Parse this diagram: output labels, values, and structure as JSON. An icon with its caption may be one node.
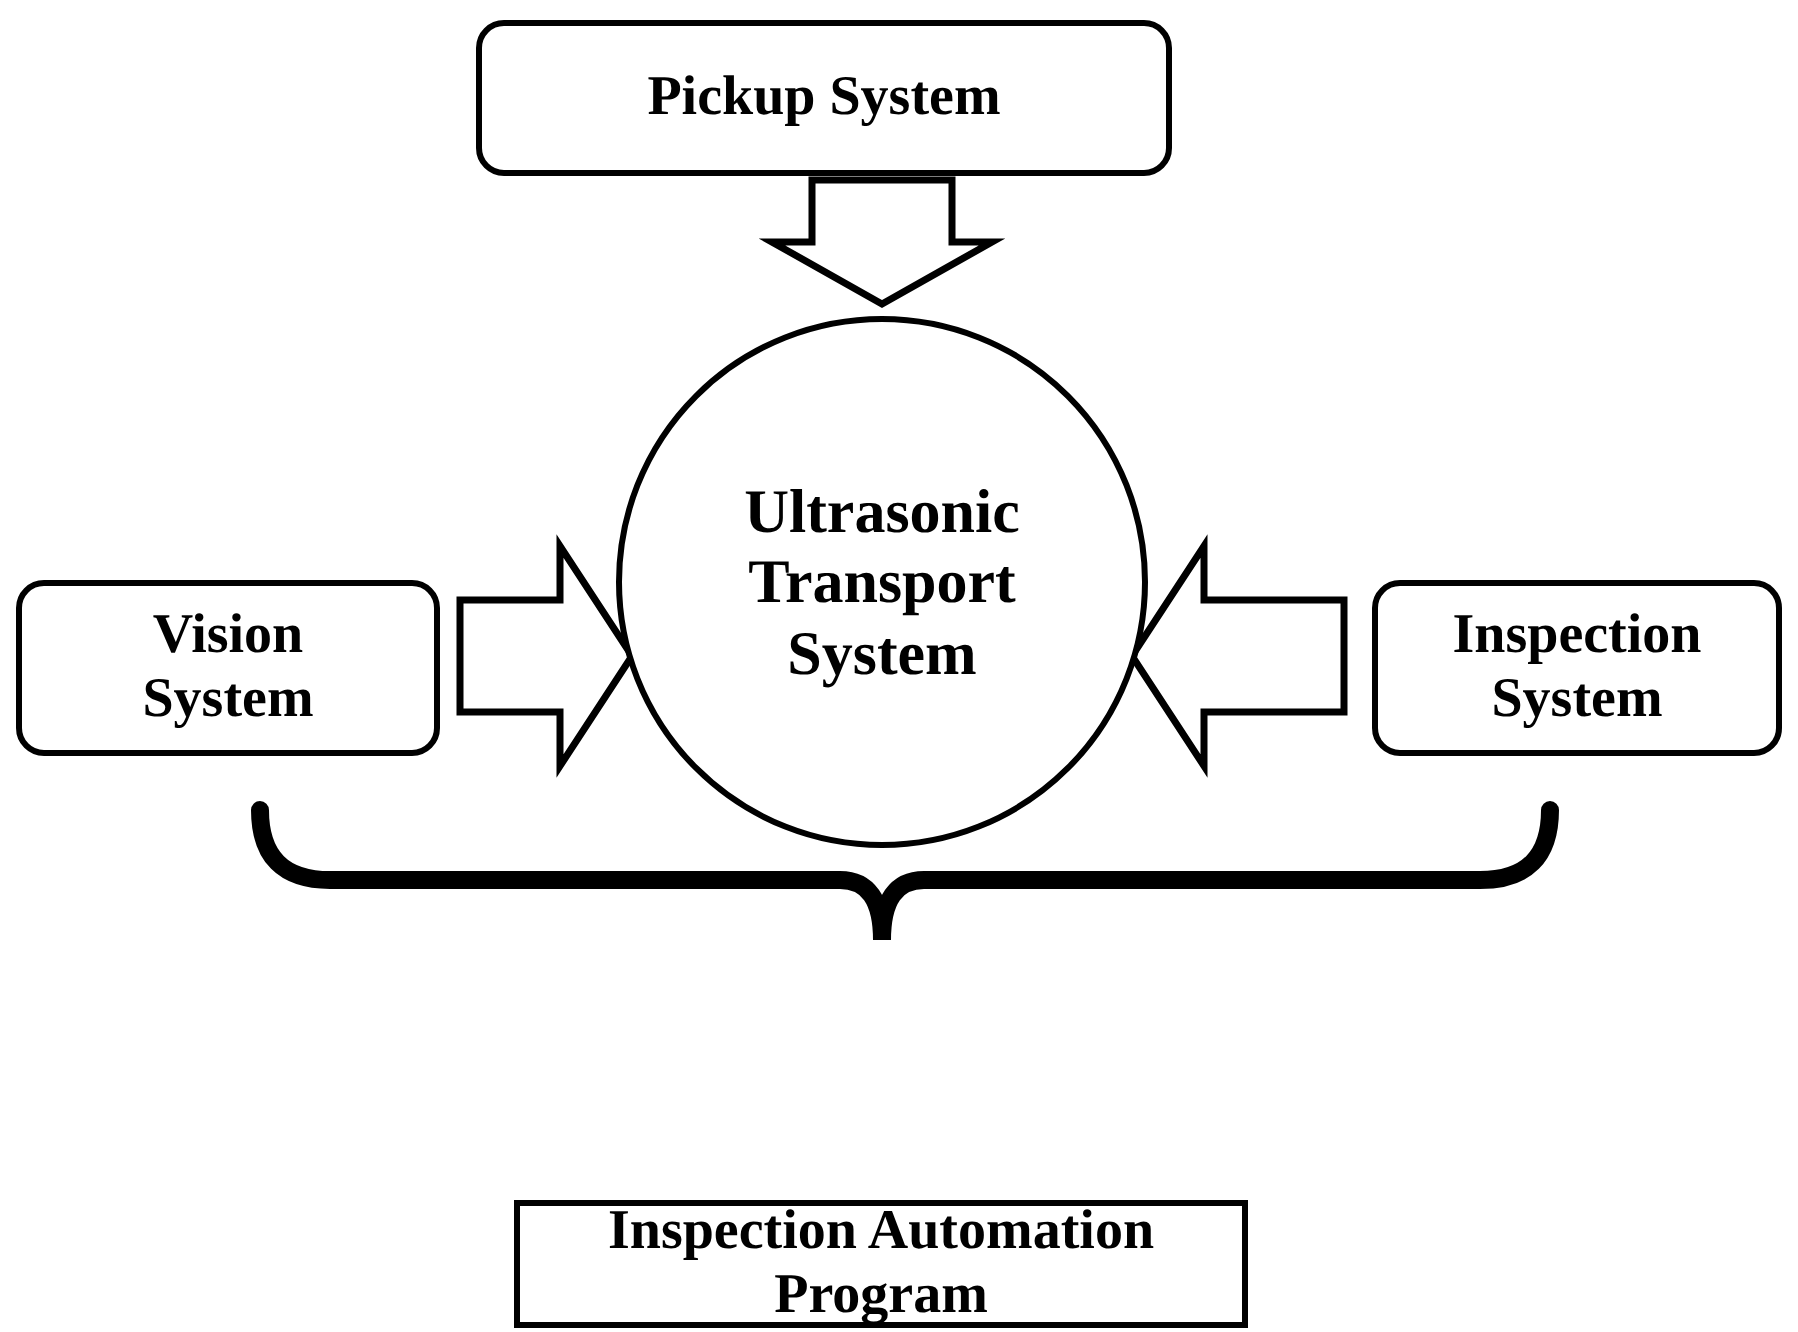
{
  "diagram": {
    "nodes": [
      {
        "text": [
          "Pickup System"
        ]
      },
      {
        "text": [
          "Ultrasonic Transport System"
        ]
      },
      {
        "text": [
          "Vision System"
        ]
      },
      {
        "text": [
          "Inspection System"
        ]
      },
      {
        "text": [
          "Inspection Automation Program"
        ]
      }
    ],
    "edges": [
      {
        "from": 0,
        "to": 1,
        "arrow": "to"
      },
      {
        "from": 2,
        "to": 1,
        "arrow": "to"
      },
      {
        "from": 3,
        "to": 1,
        "arrow": "to"
      }
    ]
  }
}
